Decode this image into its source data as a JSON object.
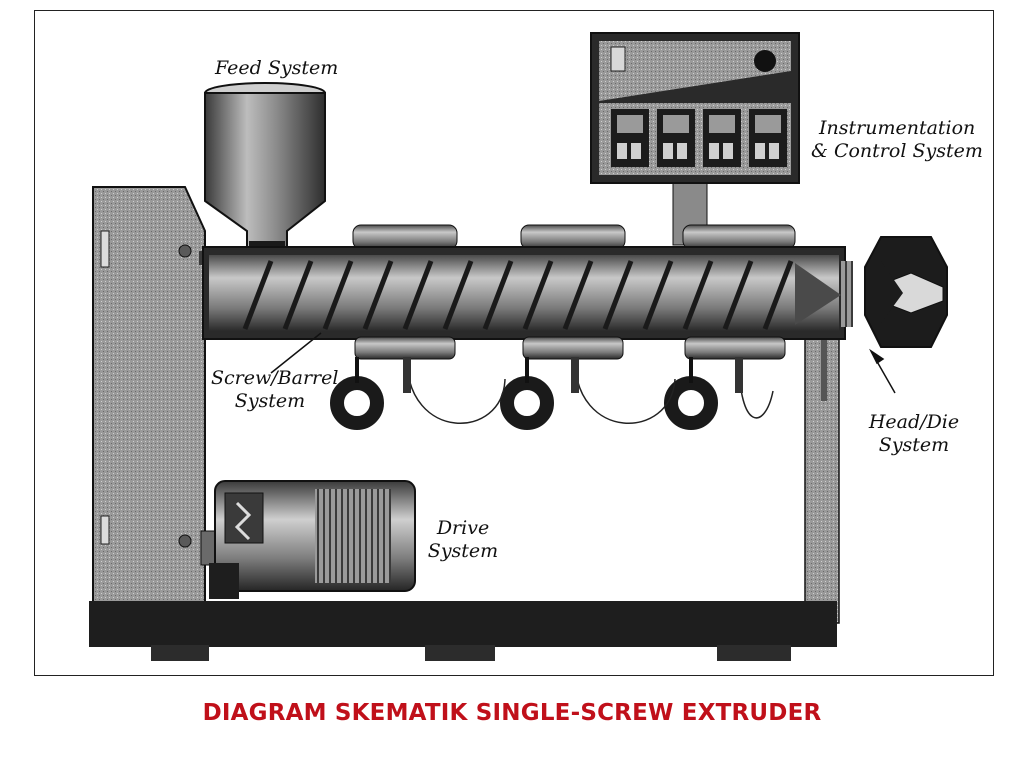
{
  "colors": {
    "caption": "#c0101a",
    "machine_dark": "#2a2a2a",
    "machine_mid": "#6e6e6e",
    "machine_light": "#b5b5b5",
    "line": "#111111"
  },
  "labels": {
    "feed_system": "Feed System",
    "instrumentation_line1": "Instrumentation",
    "instrumentation_line2": "& Control System",
    "screw_barrel_line1": "Screw/Barrel",
    "screw_barrel_line2": "System",
    "head_die_line1": "Head/Die",
    "head_die_line2": "System",
    "drive_line1": "Drive",
    "drive_line2": "System"
  },
  "caption": "DIAGRAM SKEMATIK SINGLE-SCREW EXTRUDER"
}
